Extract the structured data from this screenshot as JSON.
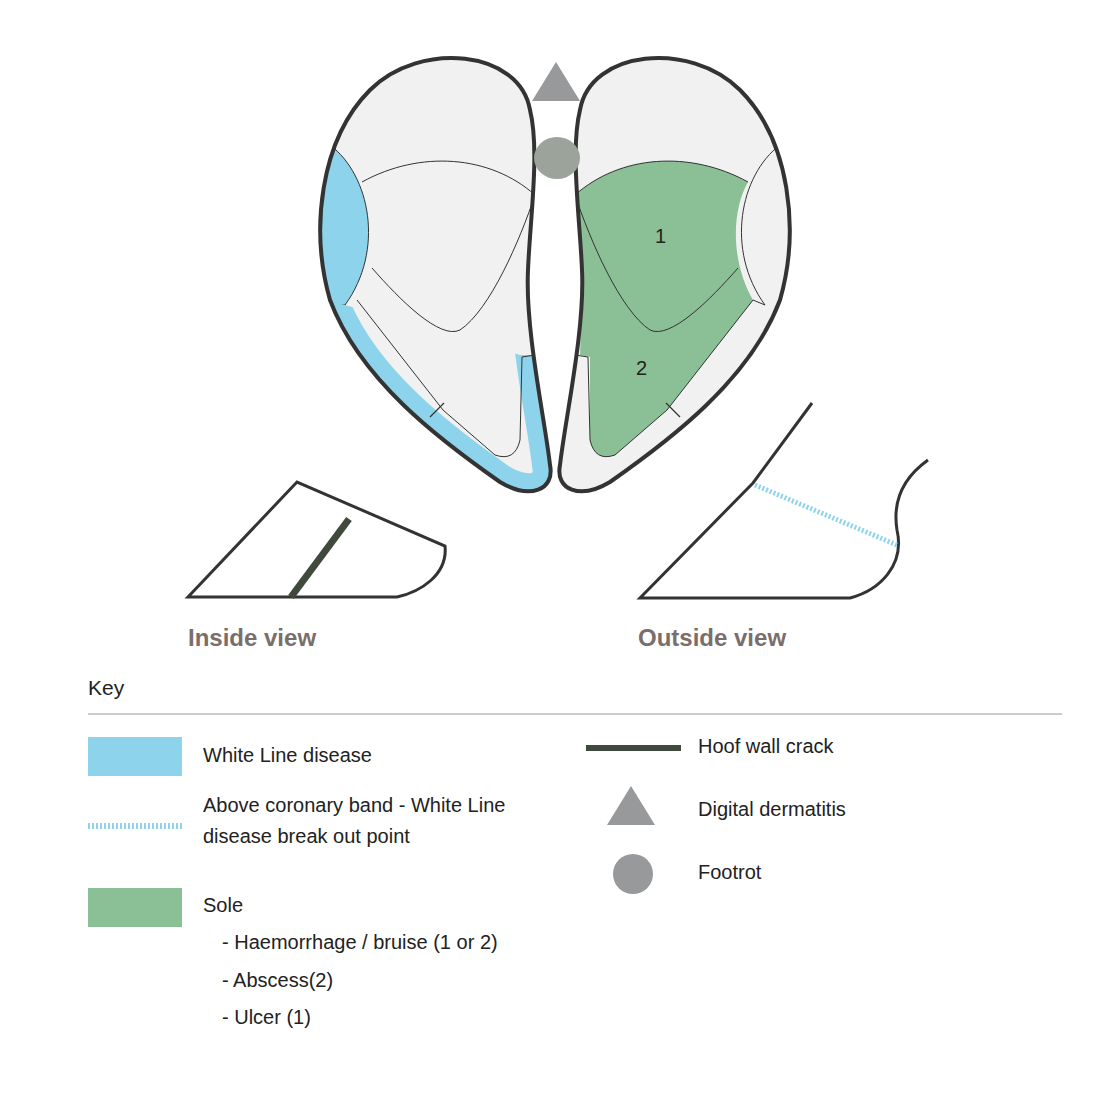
{
  "diagram": {
    "labels": [
      "1",
      "2",
      "Inside view",
      "Outside view",
      "Key",
      "- Haemorrhage / bruise (1 or 2)",
      "- Abscess(2)",
      "- Ulcer (1)"
    ],
    "legend": [
      {
        "text": "White Line disease",
        "color": "#8dd3ec"
      },
      {
        "text": "Above coronary band - White Line disease break out point"
      },
      {
        "text": "Sole",
        "color": "#8bbf96"
      },
      {
        "text": "Hoof wall crack"
      },
      {
        "text": "Digital dermatitis"
      },
      {
        "text": "Footrot"
      }
    ]
  }
}
